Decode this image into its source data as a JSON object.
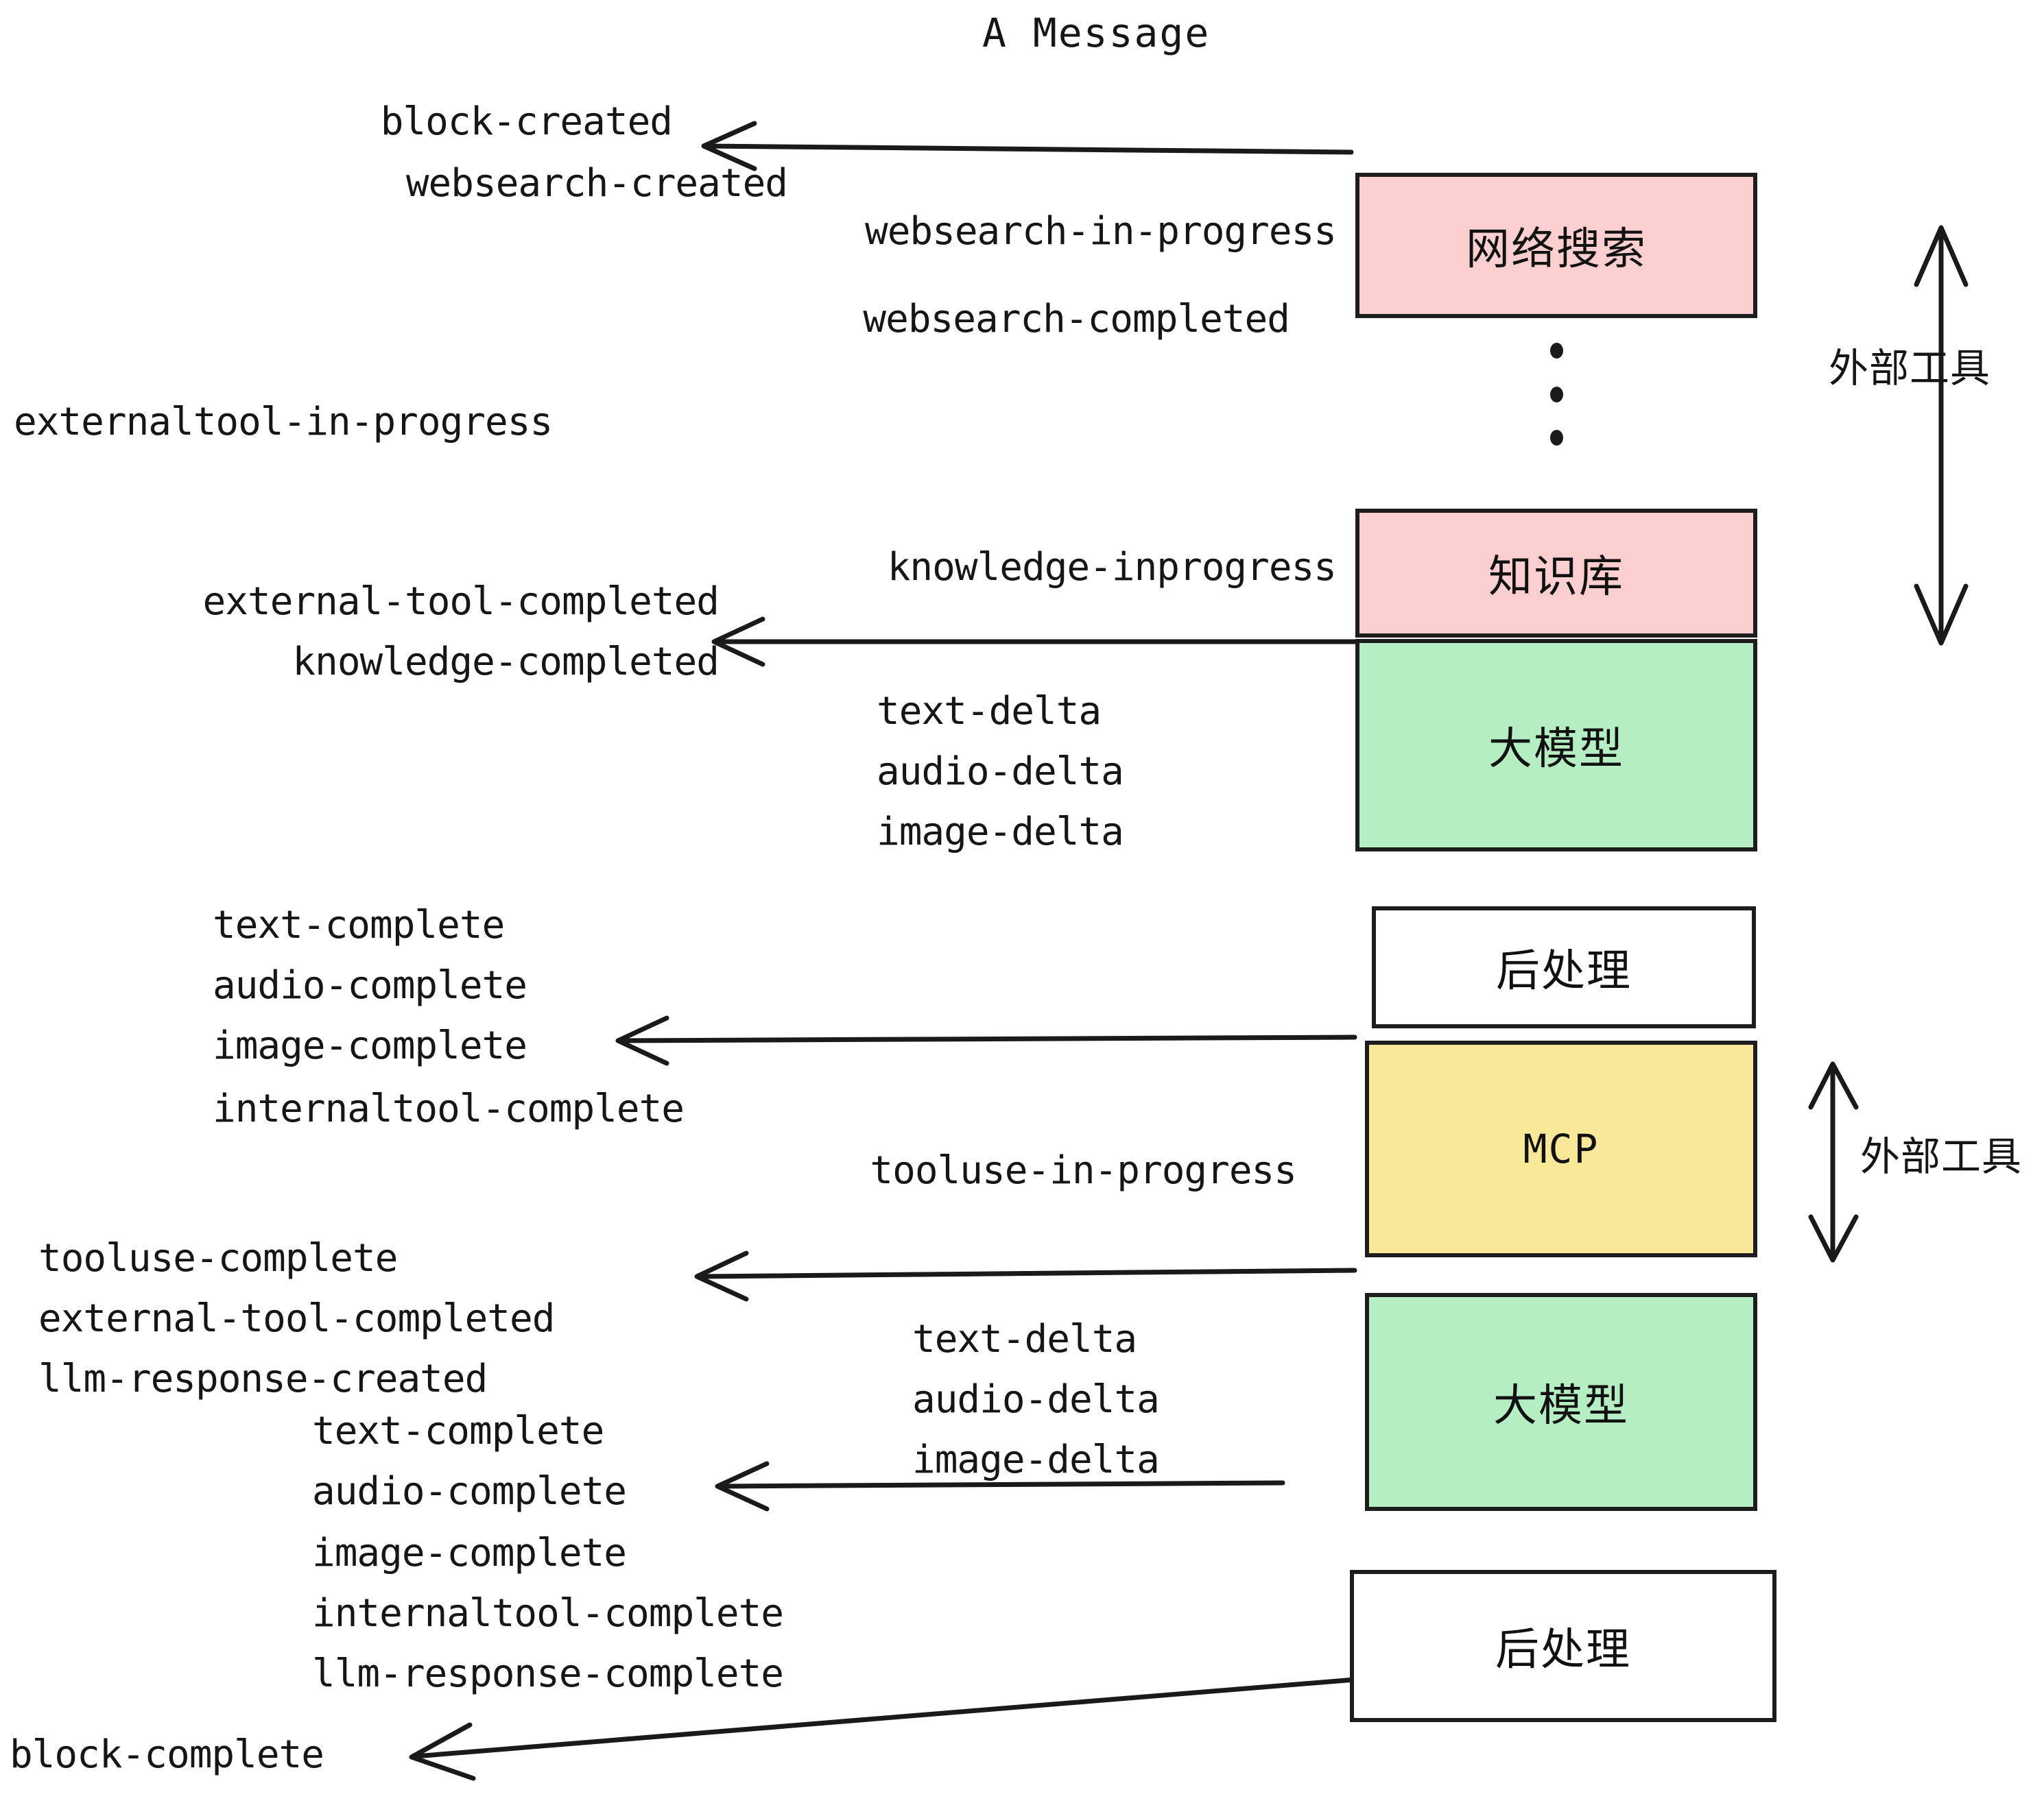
{
  "title": "A Message",
  "colors": {
    "pink": "#fbcfcf",
    "green": "#b5eec3",
    "yellow": "#fae89a",
    "white": "#ffffff",
    "stroke": "#1d1d1d",
    "text": "#161616",
    "background": "#ffffff"
  },
  "boxes": [
    {
      "label": "网络搜索",
      "fill": "pink"
    },
    {
      "label": "知识库",
      "fill": "pink"
    },
    {
      "label": "大模型",
      "fill": "green"
    },
    {
      "label": "后处理",
      "fill": "white"
    },
    {
      "label": "MCP",
      "fill": "yellow"
    },
    {
      "label": "大模型",
      "fill": "green"
    },
    {
      "label": "后处理",
      "fill": "white"
    }
  ],
  "side_labels": [
    {
      "text": "外部工具"
    },
    {
      "text": "外部工具"
    }
  ],
  "events": {
    "block_created": "block-created",
    "websearch_created": "websearch-created",
    "websearch_in_progress": "websearch-in-progress",
    "websearch_completed": "websearch-completed",
    "externaltool_in_progress": "externaltool-in-progress",
    "knowledge_inprogress": "knowledge-inprogress",
    "external_tool_completed_1": "external-tool-completed",
    "knowledge_completed": "knowledge-completed",
    "text_delta_1": "text-delta",
    "audio_delta_1": "audio-delta",
    "image_delta_1": "image-delta",
    "text_complete_1": "text-complete",
    "audio_complete_1": "audio-complete",
    "image_complete_1": "image-complete",
    "internaltool_complete_1": "internaltool-complete",
    "tooluse_in_progress": "tooluse-in-progress",
    "tooluse_complete": "tooluse-complete",
    "external_tool_completed_2": "external-tool-completed",
    "llm_response_created": "llm-response-created",
    "text_delta_2": "text-delta",
    "audio_delta_2": "audio-delta",
    "image_delta_2": "image-delta",
    "text_complete_2": "text-complete",
    "audio_complete_2": "audio-complete",
    "image_complete_2": "image-complete",
    "internaltool_complete_2": "internaltool-complete",
    "llm_response_complete": "llm-response-complete",
    "block_complete": "block-complete"
  }
}
